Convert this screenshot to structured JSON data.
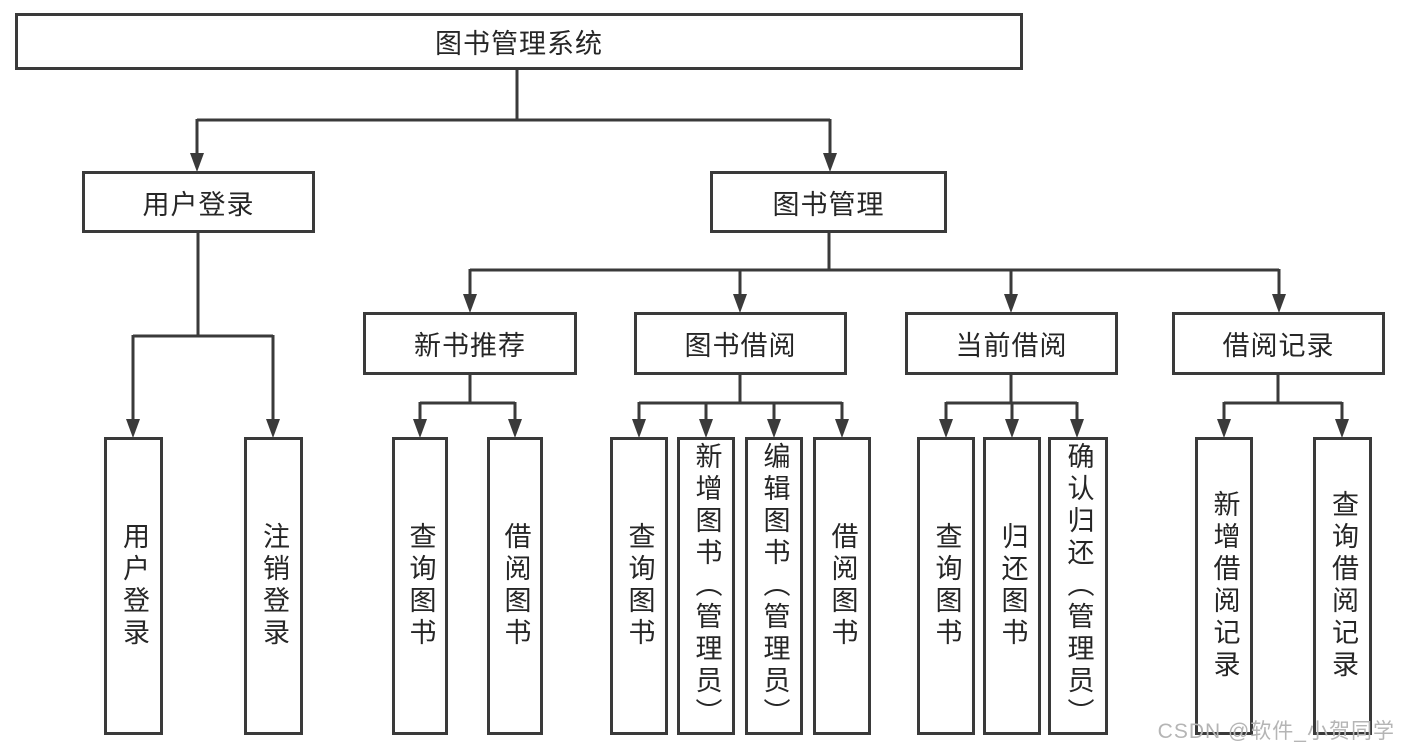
{
  "diagram": {
    "title": "图书管理系统",
    "watermark": "CSDN @软件_小贺同学",
    "nodes": {
      "root": {
        "label": "图书管理系统"
      },
      "user_login": {
        "label": "用户登录"
      },
      "book_mgmt": {
        "label": "图书管理"
      },
      "ul_login": {
        "label": "用户登录"
      },
      "ul_logout": {
        "label": "注销登录"
      },
      "new_book_rec": {
        "label": "新书推荐"
      },
      "book_borrow": {
        "label": "图书借阅"
      },
      "current_borrow": {
        "label": "当前借阅"
      },
      "borrow_record": {
        "label": "借阅记录"
      },
      "nbr_query": {
        "label": "查询图书"
      },
      "nbr_borrow": {
        "label": "借阅图书"
      },
      "bb_query": {
        "label": "查询图书"
      },
      "bb_add": {
        "label": "新增图书（管理员）"
      },
      "bb_edit": {
        "label": "编辑图书（管理员）"
      },
      "bb_borrow": {
        "label": "借阅图书"
      },
      "cb_query": {
        "label": "查询图书"
      },
      "cb_return": {
        "label": "归还图书"
      },
      "cb_confirm": {
        "label": "确认归还（管理员）"
      },
      "br_add": {
        "label": "新增借阅记录"
      },
      "br_query": {
        "label": "查询借阅记录"
      }
    },
    "hierarchy": {
      "root": [
        "user_login",
        "book_mgmt"
      ],
      "user_login": [
        "ul_login",
        "ul_logout"
      ],
      "book_mgmt": [
        "new_book_rec",
        "book_borrow",
        "current_borrow",
        "borrow_record"
      ],
      "new_book_rec": [
        "nbr_query",
        "nbr_borrow"
      ],
      "book_borrow": [
        "bb_query",
        "bb_add",
        "bb_edit",
        "bb_borrow"
      ],
      "current_borrow": [
        "cb_query",
        "cb_return",
        "cb_confirm"
      ],
      "borrow_record": [
        "br_add",
        "br_query"
      ]
    },
    "colors": {
      "line": "#3a3a3a",
      "text": "#262626",
      "watermark": "#b5b5b5",
      "background": "#ffffff"
    }
  }
}
